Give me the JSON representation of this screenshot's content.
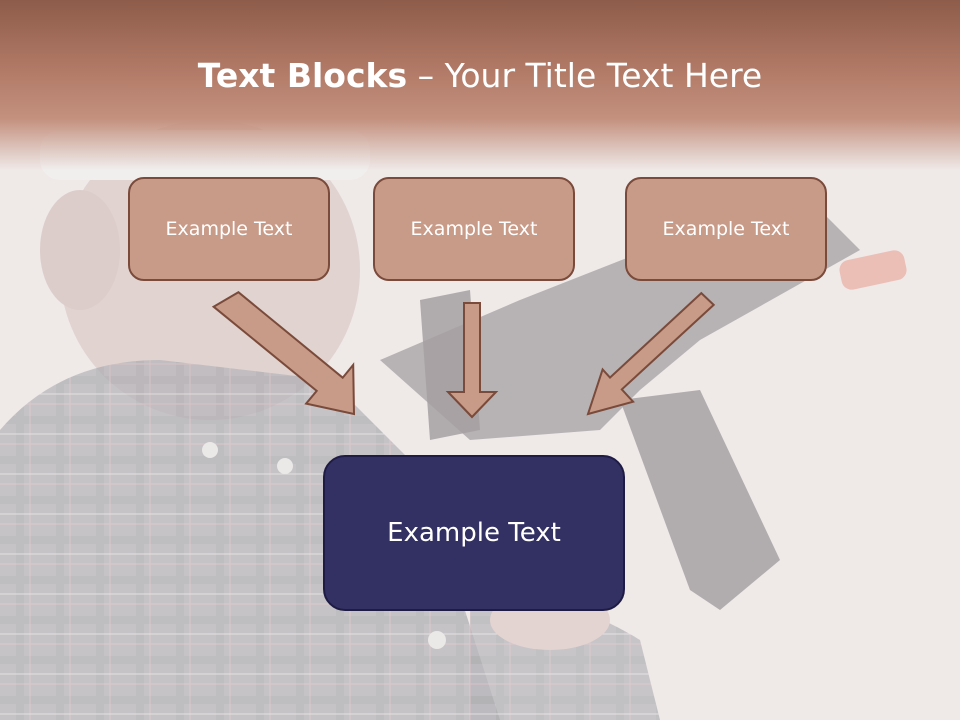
{
  "slide": {
    "title_bold": "Text Blocks",
    "title_rest": " – Your Title Text Here",
    "blocks": [
      {
        "text": "Example Text"
      },
      {
        "text": "Example Text"
      },
      {
        "text": "Example Text"
      }
    ],
    "main_block": {
      "text": "Example Text"
    }
  },
  "colors": {
    "header": "#b07966",
    "small_box_fill": "#c89a88",
    "small_box_border": "#7a4a3a",
    "arrow_fill": "#c89a88",
    "main_box_fill": "#333063"
  }
}
